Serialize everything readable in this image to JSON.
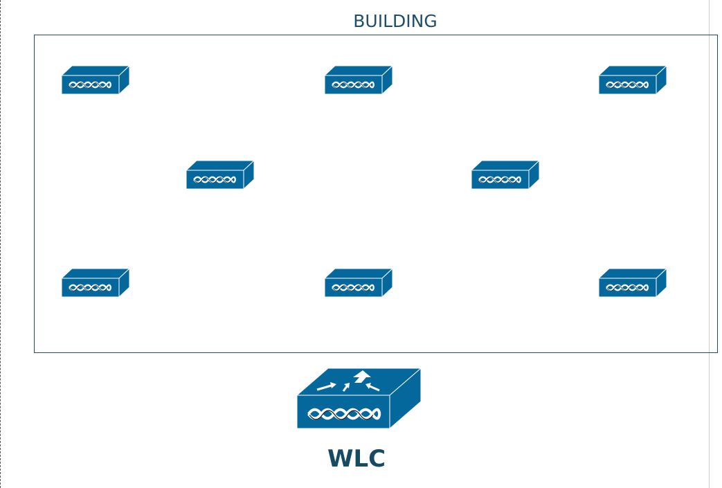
{
  "building": {
    "title": "BUILDING"
  },
  "access_points": [
    {
      "id": "ap-1"
    },
    {
      "id": "ap-2"
    },
    {
      "id": "ap-3"
    },
    {
      "id": "ap-4"
    },
    {
      "id": "ap-5"
    },
    {
      "id": "ap-6"
    },
    {
      "id": "ap-7"
    },
    {
      "id": "ap-8"
    }
  ],
  "controller": {
    "label": "WLC"
  },
  "colors": {
    "device": "#05689c",
    "text": "#174a63"
  }
}
